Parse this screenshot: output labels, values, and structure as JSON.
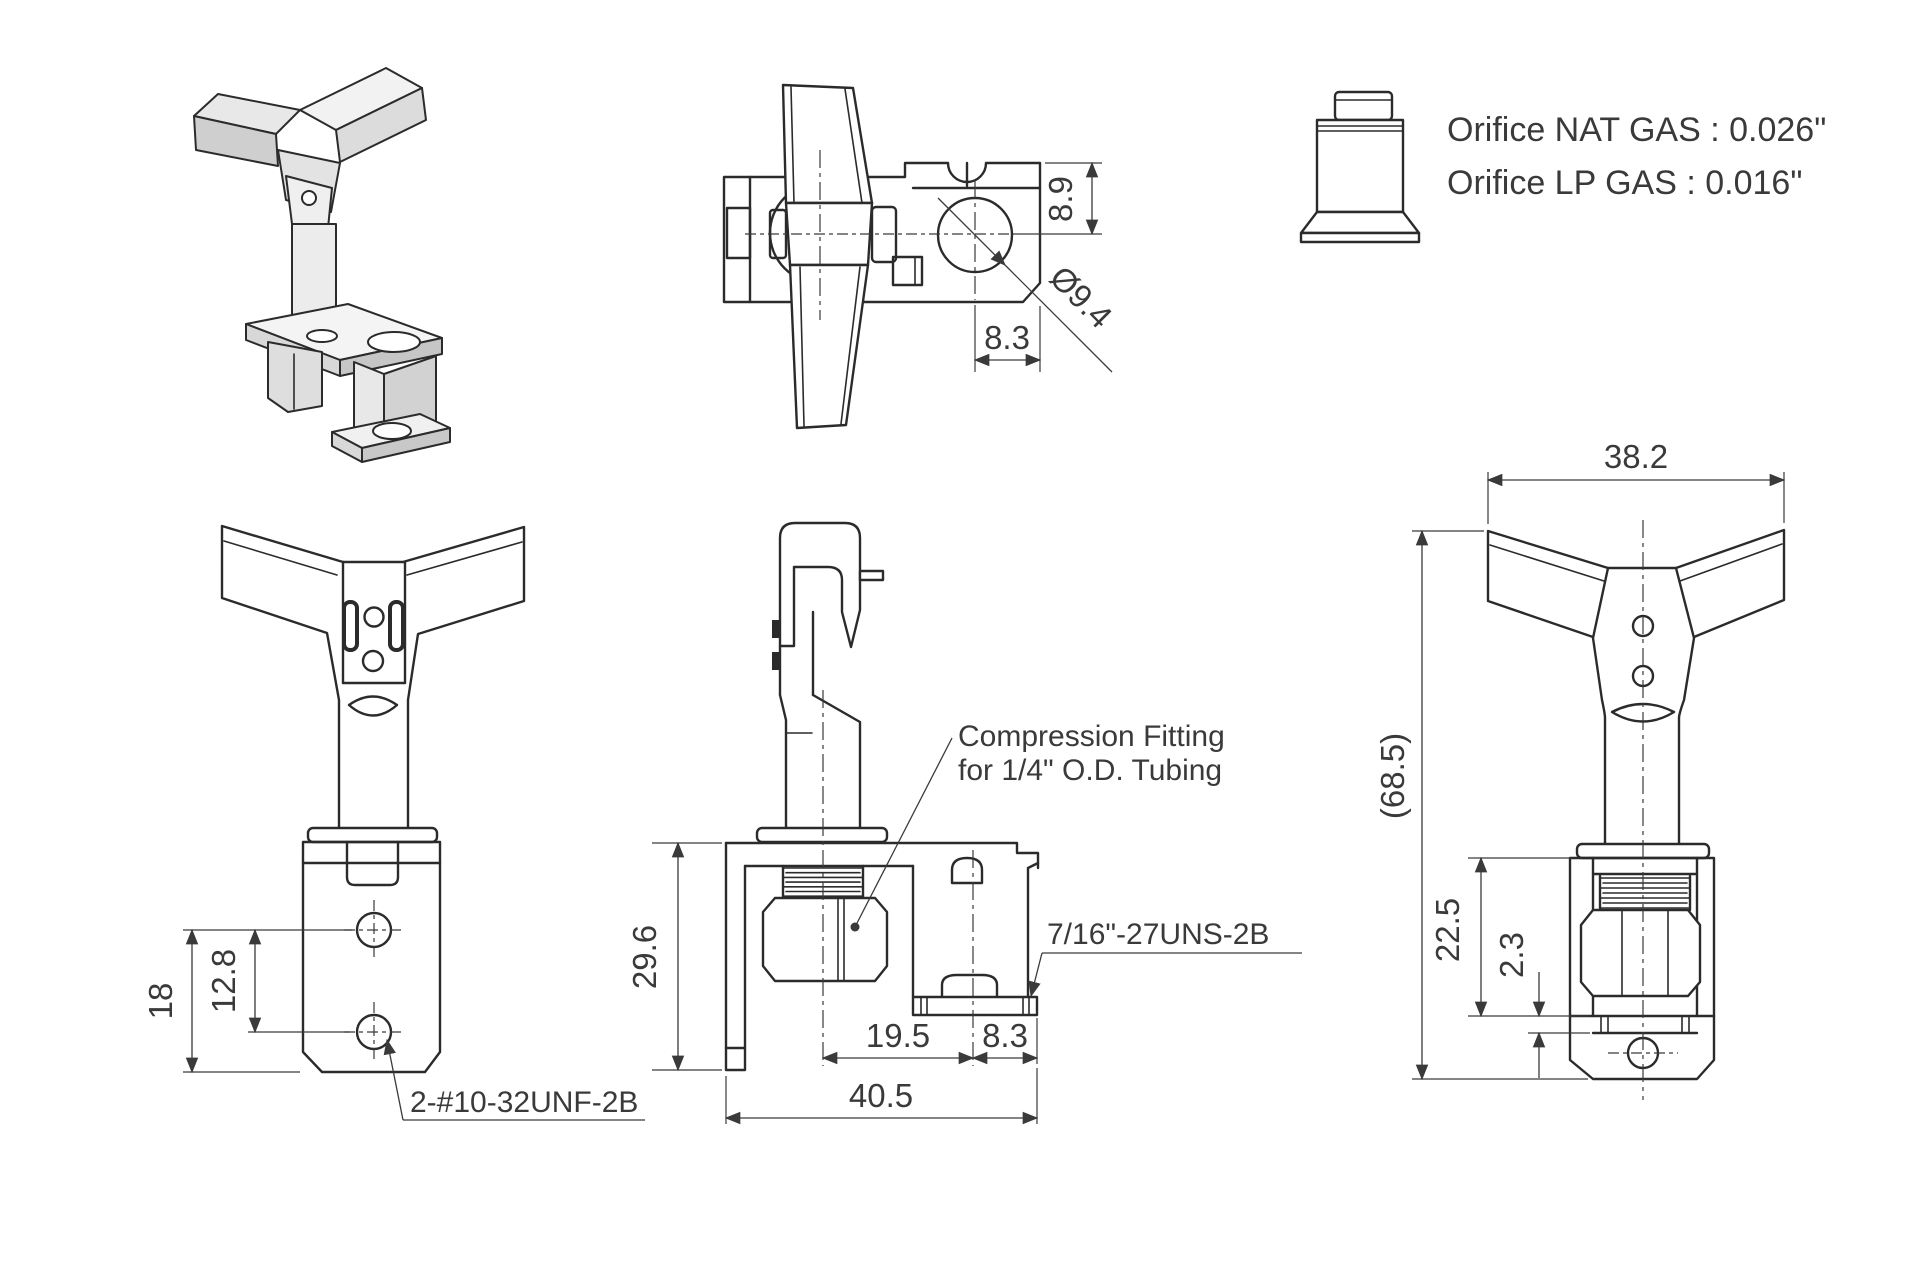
{
  "style": {
    "line_color": "#2b2b2b",
    "text_color": "#3a3a3a",
    "background": "#ffffff"
  },
  "orifice_note": {
    "line1": "Orifice NAT GAS : 0.026\"",
    "line2": "Orifice LP GAS : 0.016\""
  },
  "top_view": {
    "dim_height": "8.9",
    "dim_hole_offset": "8.3",
    "dim_hole_dia": "Ø9.4"
  },
  "front_view": {
    "dim_hole_to_bottom": "18",
    "dim_hole_spacing": "12.8",
    "label_tapped_holes": "2-#10-32UNF-2B"
  },
  "side_view": {
    "dim_height": "29.6",
    "dim_center_to_center": "19.5",
    "dim_center_to_edge": "8.3",
    "dim_overall": "40.5",
    "note_line1": "Compression Fitting",
    "note_line2": "for 1/4\" O.D. Tubing",
    "label_thread": "7/16\"-27UNS-2B"
  },
  "rear_view": {
    "dim_width": "38.2",
    "dim_overall_height": "(68.5)",
    "dim_bracket_height": "22.5",
    "dim_flange_thickness": "2.3"
  }
}
